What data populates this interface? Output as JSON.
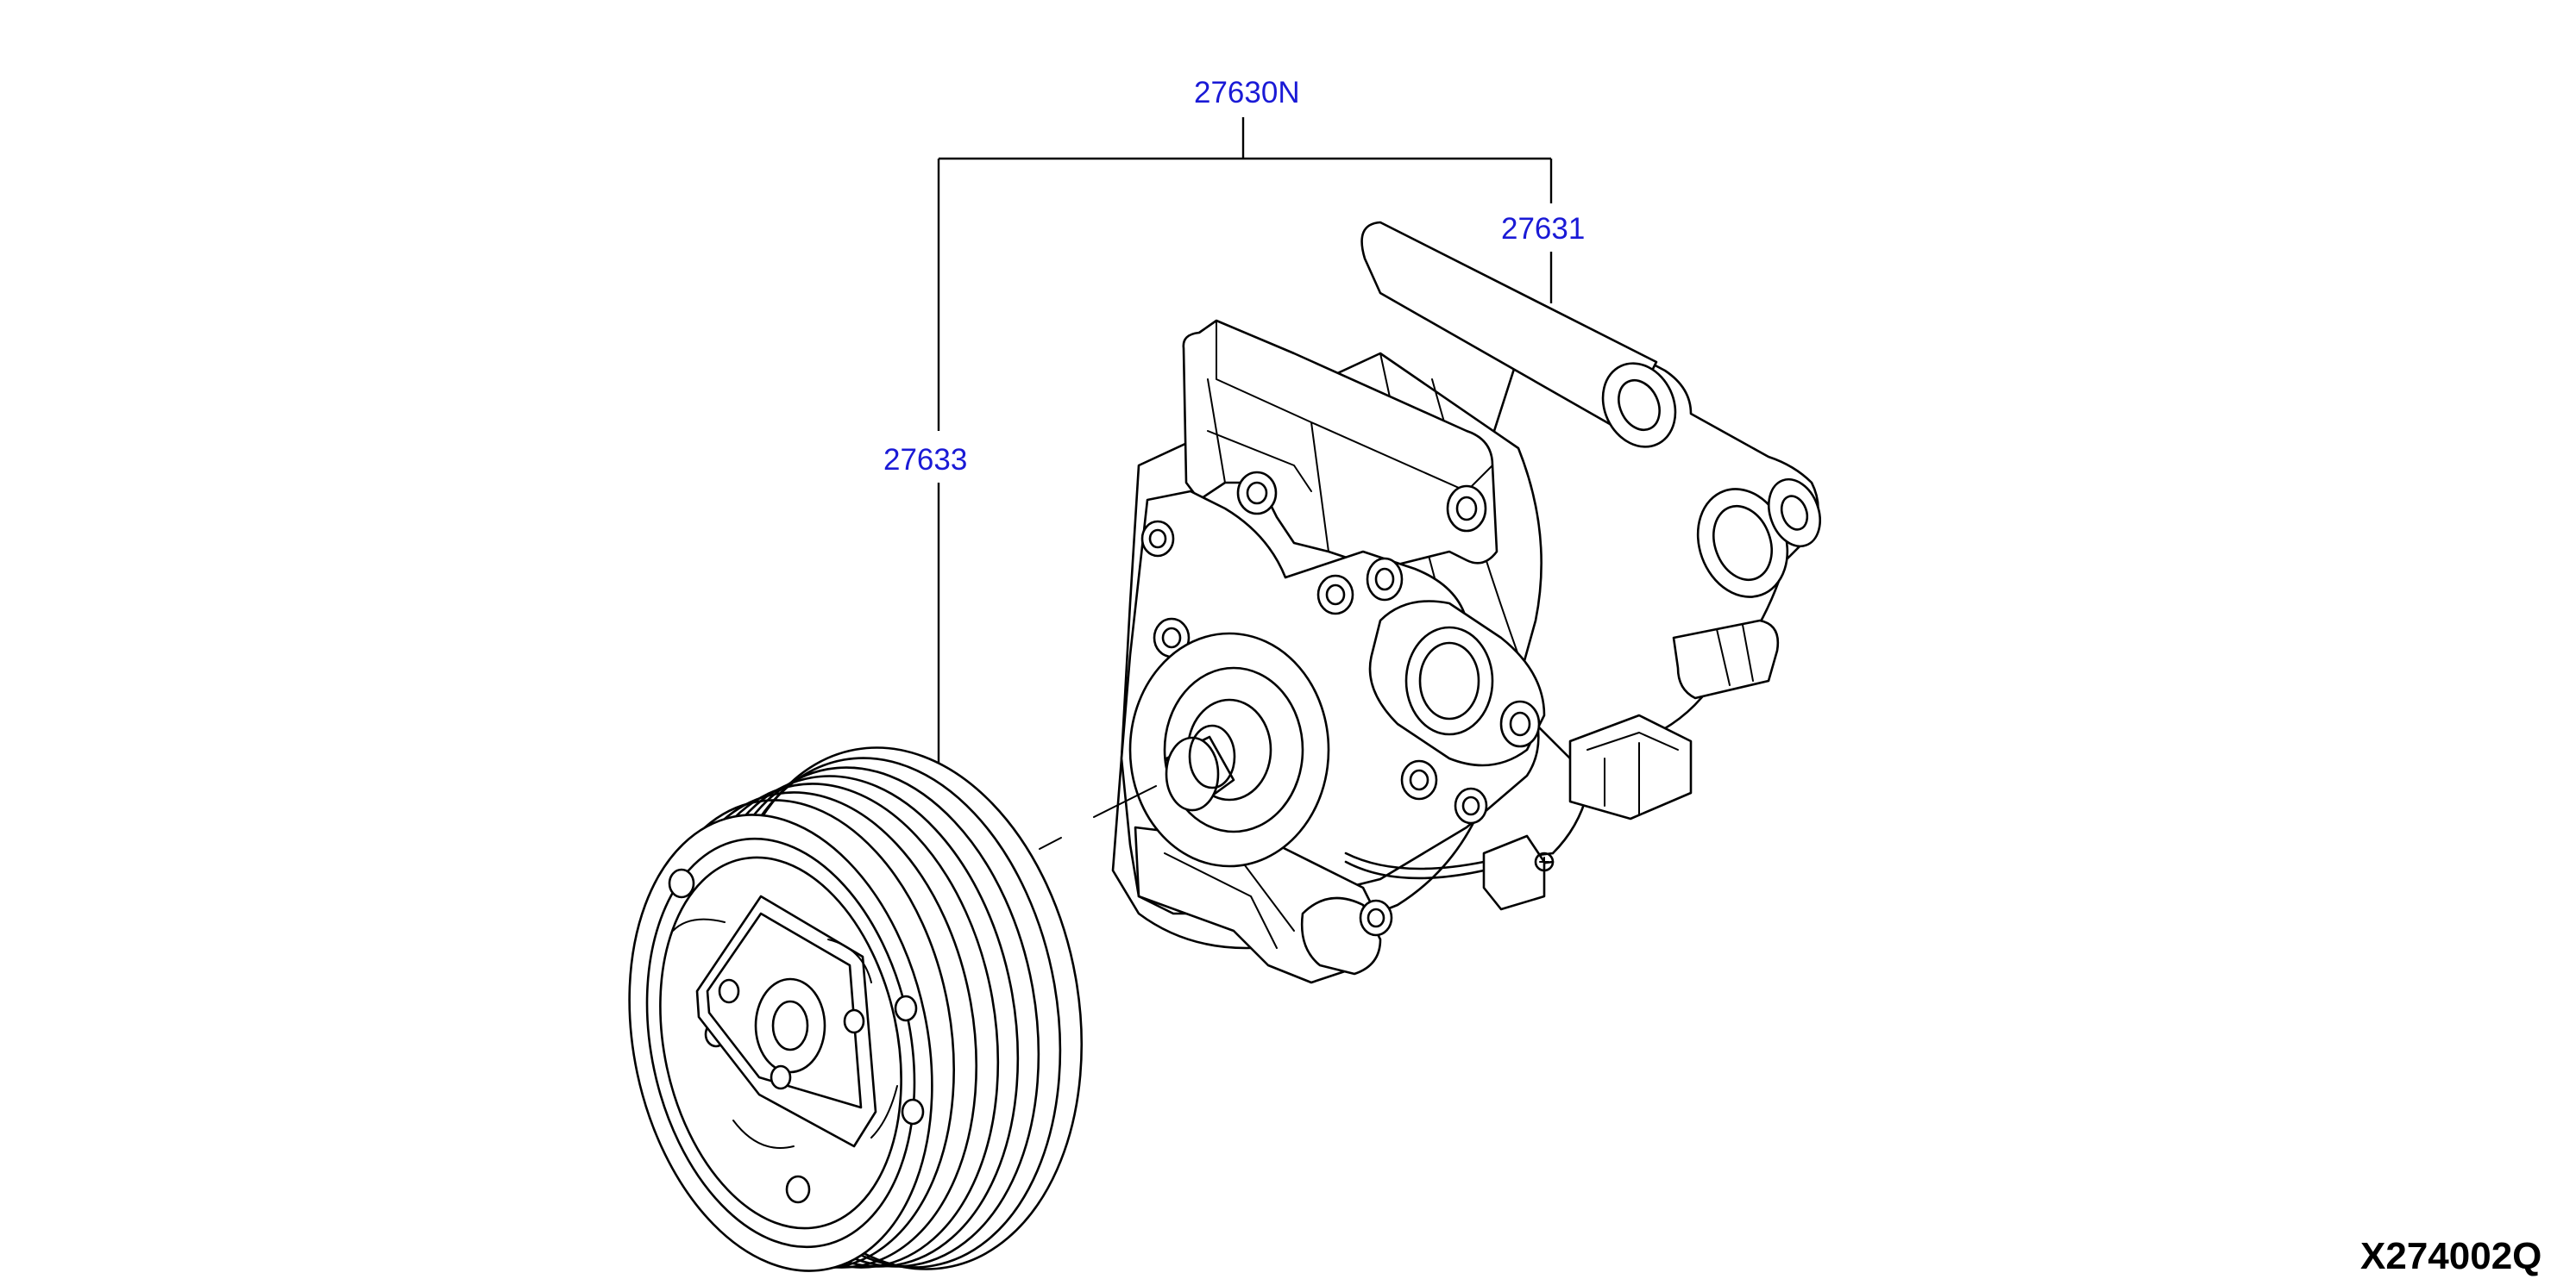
{
  "callouts": {
    "assembly": "27630N",
    "compressor": "27631",
    "clutch": "27633"
  },
  "diagram_code": "X274002Q",
  "colors": {
    "callout_text": "#1a1ad6",
    "line_art": "#000000",
    "background": "#ffffff"
  }
}
